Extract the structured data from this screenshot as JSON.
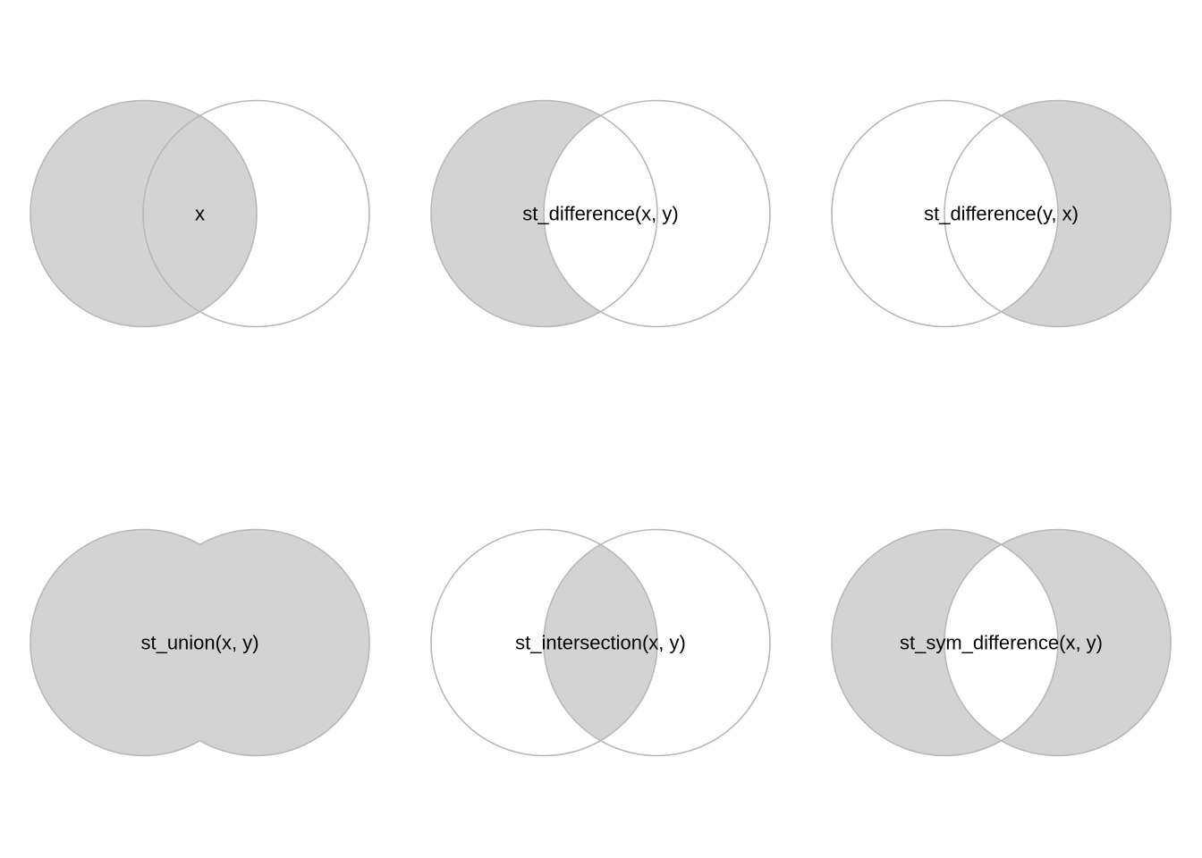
{
  "style": {
    "fill_color": "#d3d3d3",
    "stroke_color": "#b8b8b8",
    "background_color": "#ffffff"
  },
  "panels": [
    {
      "label": "x",
      "shaded": "x"
    },
    {
      "label": "st_difference(x, y)",
      "shaded": "x_minus_y"
    },
    {
      "label": "st_difference(y, x)",
      "shaded": "y_minus_x"
    },
    {
      "label": "st_union(x, y)",
      "shaded": "union"
    },
    {
      "label": "st_intersection(x, y)",
      "shaded": "intersection"
    },
    {
      "label": "st_sym_difference(x, y)",
      "shaded": "sym_difference"
    }
  ]
}
